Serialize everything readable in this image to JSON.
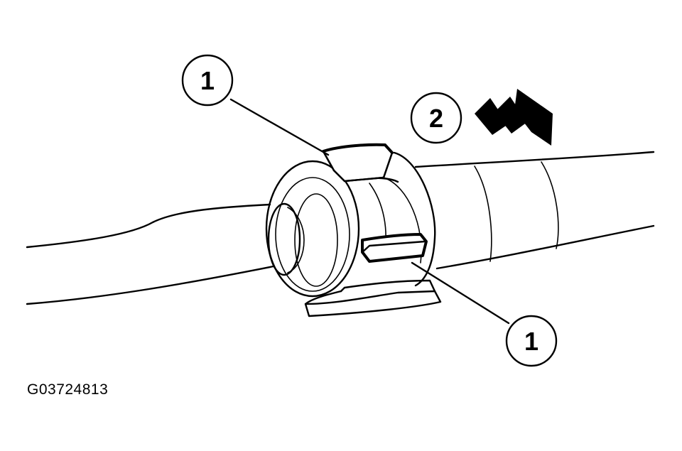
{
  "callouts": [
    {
      "label": "1"
    },
    {
      "label": "1"
    },
    {
      "label": "2"
    }
  ],
  "figure_id": "G03724813",
  "icons": {
    "arrow": "direction-arrow-icon"
  }
}
